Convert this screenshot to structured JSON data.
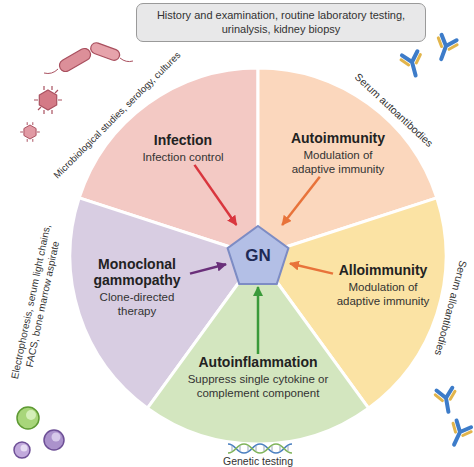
{
  "diagram": {
    "nodes": [
      {
        "text": [
          "History and examination, routine laboratory testing, urinalysis, kidney biopsy"
        ]
      },
      {
        "text": [
          "Infection",
          "Infection control"
        ]
      },
      {
        "text": [
          "Autoimmunity",
          "Modulation of adaptive immunity"
        ]
      },
      {
        "text": [
          "Monoclonal gammopathy",
          "Clone-directed therapy"
        ]
      },
      {
        "text": [
          "Alloimmunity",
          "Modulation of adaptive immunity"
        ]
      },
      {
        "text": [
          "Autoinflammation",
          "Suppress single cytokine or complement component"
        ]
      },
      {
        "text": [
          "GN"
        ]
      }
    ],
    "edges": [
      {
        "from": 1,
        "to": 6,
        "arrow": "to"
      },
      {
        "from": 2,
        "to": 6,
        "arrow": "to"
      },
      {
        "from": 3,
        "to": 6,
        "arrow": "to"
      },
      {
        "from": 4,
        "to": 6,
        "arrow": "to"
      },
      {
        "from": 5,
        "to": 6,
        "arrow": "to"
      }
    ],
    "labels": [
      "Microbiological studies, serology, cultures",
      "Serum autoantibodies",
      "Serum alloantibodies",
      "Genetic testing",
      "Electrophoresis, serum light chains, FACS, bone marrow aspirate"
    ]
  }
}
